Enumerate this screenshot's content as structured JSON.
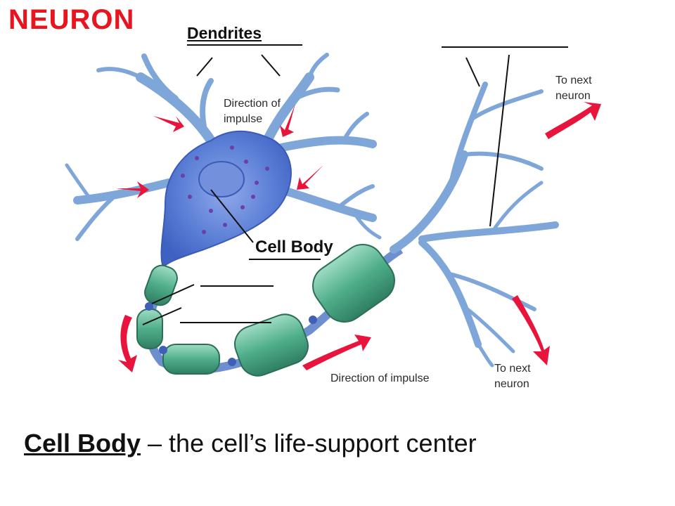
{
  "slide": {
    "title": "NEURON",
    "labels": {
      "dendrites": "Dendrites",
      "cell_body": "Cell Body",
      "direction_top_line1": "Direction of",
      "direction_top_line2": "impulse",
      "direction_bottom": "Direction of impulse",
      "next_top_line1": "To next",
      "next_top_line2": "neuron",
      "next_bottom_line1": "To next",
      "next_bottom_line2": "neuron"
    },
    "caption": {
      "term": "Cell Body",
      "definition": " – the cell’s life-support center"
    }
  },
  "colors": {
    "title": "#e8141e",
    "cell_body": "#5b7fd6",
    "dendrite": "#7fa6d8",
    "myelin": "#4fae8a",
    "arrow": "#e8143c"
  },
  "icons": [
    "direction-arrow-icon"
  ]
}
